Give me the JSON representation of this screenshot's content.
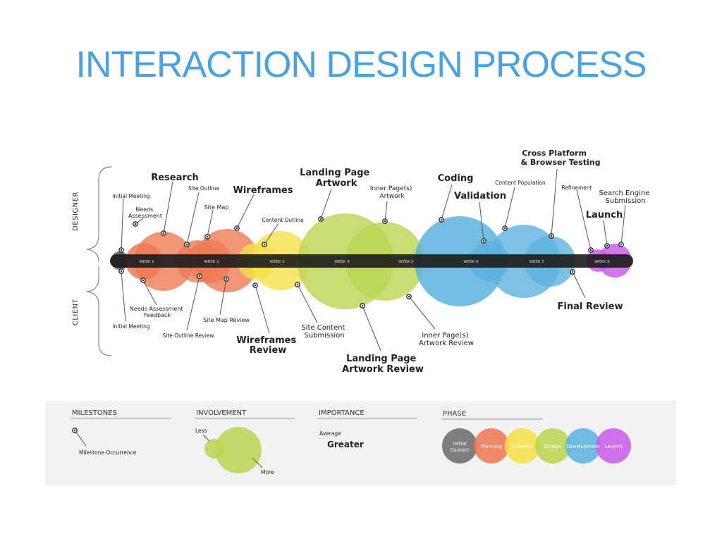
{
  "slide": {
    "title": "INTERACTION DESIGN PROCESS",
    "title_color": "#4aa3e0"
  },
  "timeline": {
    "side_labels": {
      "top": "DESIGNER",
      "bottom": "CLIENT"
    },
    "weeks": [
      "WEEK 1",
      "WEEK 2",
      "WEEK 3",
      "WEEK 4",
      "WEEK 5",
      "WEEK 6",
      "WEEK 7",
      "WEEK 8"
    ],
    "designer_milestones": {
      "initial_meeting": "Initial Meeting",
      "research": "Research",
      "needs_assessment": [
        "Needs",
        "Assessment"
      ],
      "site_outline": "Site Outline",
      "site_map": "Site Map",
      "wireframes": "Wireframes",
      "content_outline": "Content Outline",
      "landing_page_artwork": [
        "Landing Page",
        "Artwork"
      ],
      "inner_pages_artwork": [
        "Inner Page(s)",
        "Artwork"
      ],
      "coding": "Coding",
      "validation": "Validation",
      "content_population": "Content Population",
      "cross_platform": [
        "Cross Platform",
        "& Browser Testing"
      ],
      "refinement": "Refinement",
      "launch": "Launch",
      "search_engine": [
        "Search Engine",
        "Submission"
      ]
    },
    "client_milestones": {
      "initial_meeting": "Initial Meeting",
      "needs_assessment_feedback": [
        "Needs Assessment",
        "Feedback"
      ],
      "site_outline_review": "Site Outline Review",
      "site_map_review": "Site Map Review",
      "wireframes_review": [
        "Wireframes",
        "Review"
      ],
      "site_content_submission": [
        "Site Content",
        "Submission"
      ],
      "landing_page_artwork_review": [
        "Landing Page",
        "Artwork Review"
      ],
      "inner_pages_artwork_review": [
        "Inner Page(s)",
        "Artwork Review"
      ],
      "final_review": "Final Review"
    }
  },
  "legend": {
    "milestones": {
      "heading": "MILESTONES",
      "item": "Milestone Occurrence"
    },
    "involvement": {
      "heading": "INVOLVEMENT",
      "less": "Less",
      "more": "More"
    },
    "importance": {
      "heading": "IMPORTANCE",
      "average": "Average",
      "greater": "Greater"
    },
    "phase": {
      "heading": "PHASE",
      "items": [
        {
          "label": [
            "Initial",
            "Contact"
          ],
          "color": "#6d6d6d"
        },
        {
          "label": [
            "Planning"
          ],
          "color": "#ee7a55"
        },
        {
          "label": [
            "Content"
          ],
          "color": "#f5e04a"
        },
        {
          "label": [
            "Design"
          ],
          "color": "#b9d652"
        },
        {
          "label": [
            "Development"
          ],
          "color": "#5cb3de"
        },
        {
          "label": [
            "Launch"
          ],
          "color": "#c95ee9"
        }
      ]
    }
  },
  "colors": {
    "planning": "#ee7a55",
    "content": "#f5e04a",
    "design": "#b9d652",
    "development": "#5cb3de",
    "launch": "#c95ee9",
    "initial": "#6d6d6d",
    "bar": "#1c1c1c"
  }
}
